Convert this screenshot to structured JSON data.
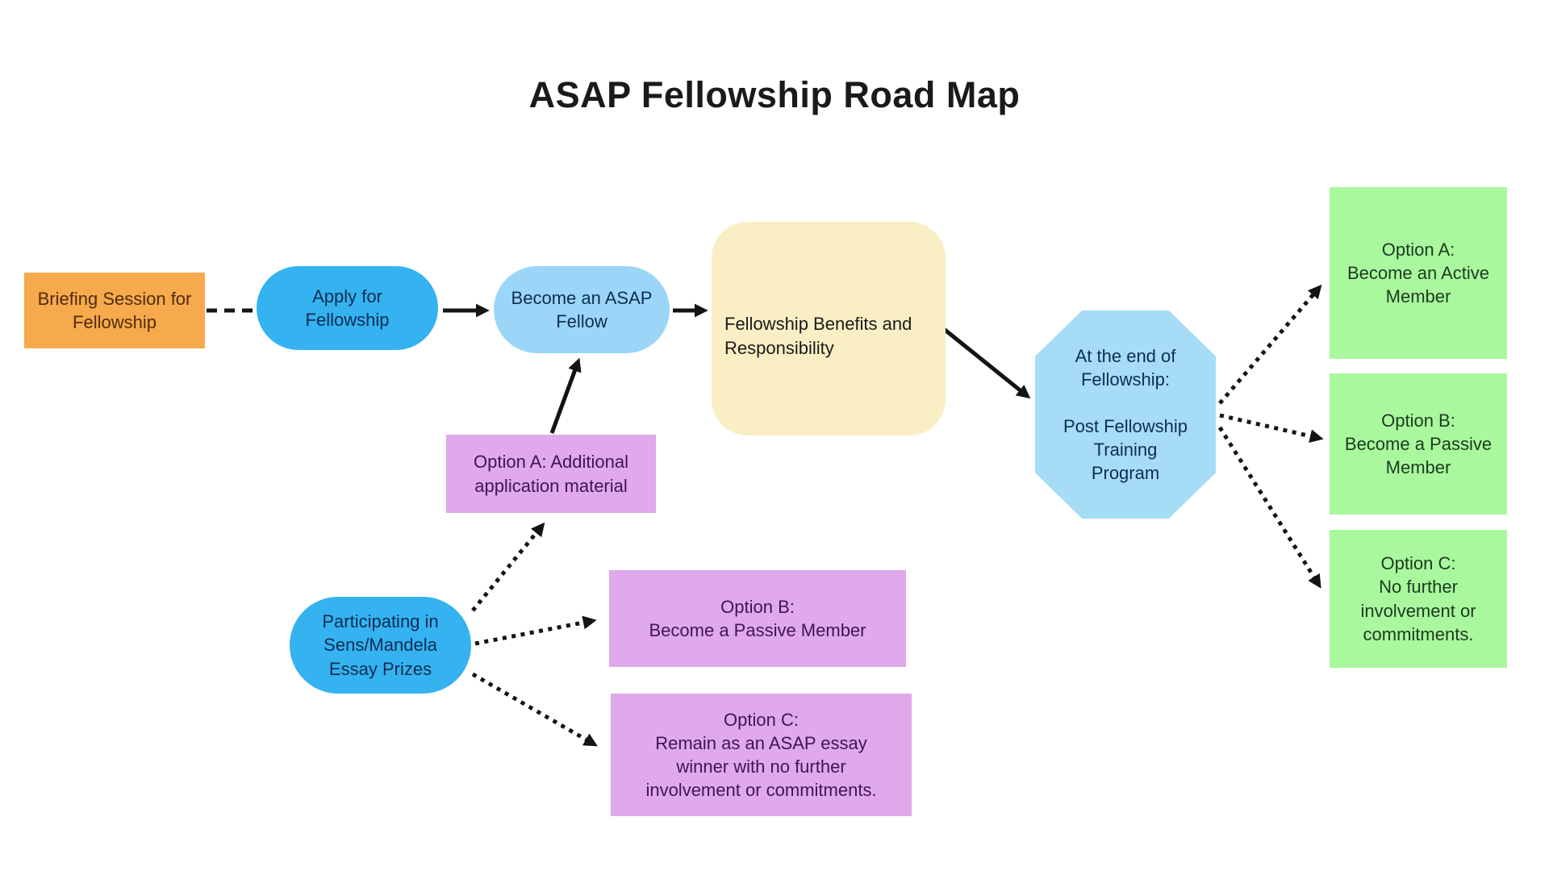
{
  "title": "ASAP Fellowship Road Map",
  "colors": {
    "background": "#FFFFFF",
    "title_text": "#1A1A1A",
    "arrow": "#141414",
    "orange_fill": "#F7A94D",
    "orange_text": "#4E2D0C",
    "blue_fill": "#35B2F0",
    "light_blue_fill": "#9BD6F8",
    "octagon_fill": "#A6DCF6",
    "navy_text": "#0E2D52",
    "yellow_fill": "#FAEEC5",
    "yellow_text": "#1A1A1A",
    "green_fill": "#A9F89E",
    "green_text": "#1C3A1E",
    "purple_fill": "#DFA9EB",
    "purple_text": "#401459"
  },
  "nodes": {
    "briefing": {
      "label": "Briefing Session for\nFellowship"
    },
    "apply": {
      "label": "Apply for\nFellowship"
    },
    "become": {
      "label": "Become an ASAP\nFellow"
    },
    "benefits": {
      "label": "Fellowship Benefits and\nResponsibility"
    },
    "octagon": {
      "label": "At the end of\nFellowship:\n\nPost Fellowship\nTraining\nProgram"
    },
    "green_a": {
      "label": "Option A:\nBecome an Active\nMember"
    },
    "green_b": {
      "label": "Option B:\nBecome a Passive\nMember"
    },
    "green_c": {
      "label": "Option C:\nNo further\ninvolvement or\ncommitments."
    },
    "purple_a": {
      "label": "Option A: Additional\napplication material"
    },
    "essay": {
      "label": "Participating in\nSens/Mandela\nEssay Prizes"
    },
    "purple_b": {
      "label": "Option B:\nBecome a Passive Member"
    },
    "purple_c": {
      "label": "Option C:\nRemain as  an ASAP essay\nwinner with no further\ninvolvement or commitments."
    }
  }
}
